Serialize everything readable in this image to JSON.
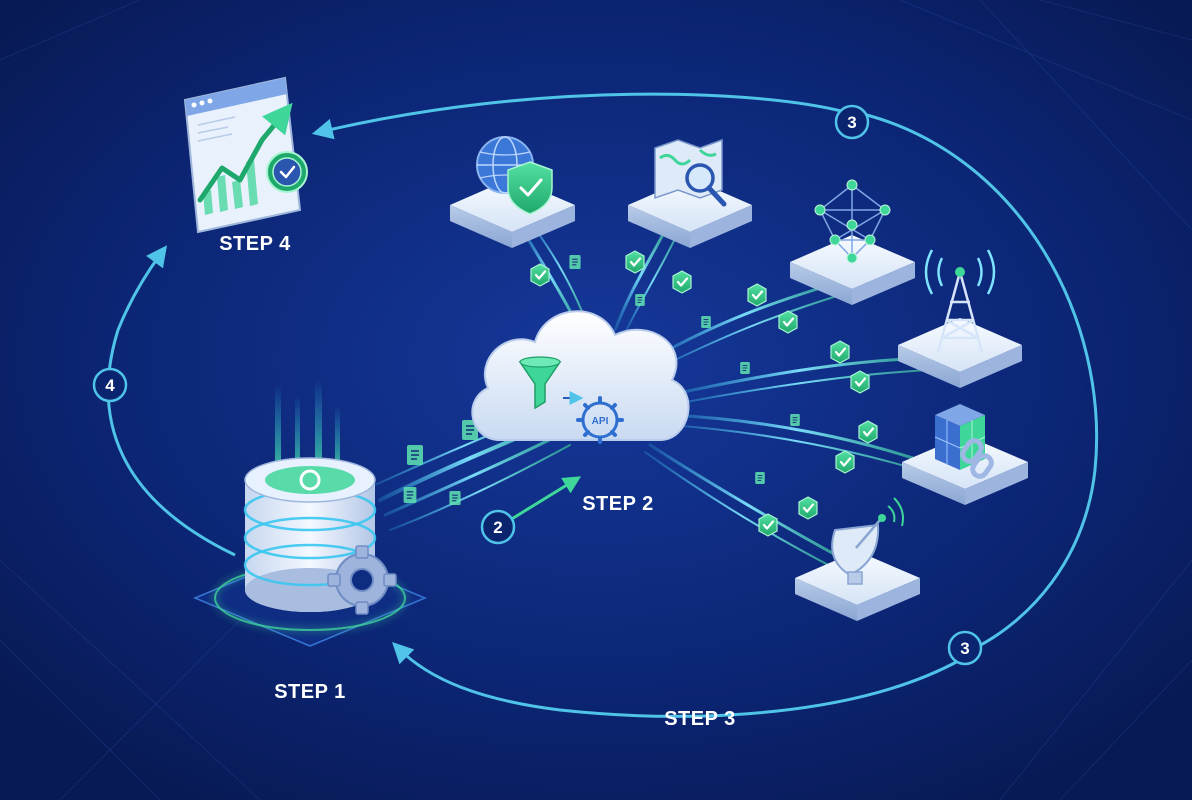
{
  "steps": {
    "step1": "STEP 1",
    "step2": "STEP 2",
    "step3": "STEP 3",
    "step4": "STEP 4"
  },
  "badges": {
    "b2": "2",
    "b3_top": "3",
    "b3_bottom": "3",
    "b4": "4"
  },
  "cloud": {
    "api_text": "API"
  },
  "icons": {
    "source": "database-gear-icon",
    "processor": "cloud-funnel-api-icon",
    "destinations": [
      "globe-shield-icon",
      "map-search-icon",
      "network-graph-icon",
      "cell-tower-icon",
      "blockchain-blocks-icon",
      "satellite-dish-icon"
    ],
    "result": "analytics-dashboard-icon"
  },
  "colors": {
    "background": "#0b2470",
    "accent_green": "#3fd69a",
    "accent_cyan": "#39c6f0",
    "loop_ring": "#4fc3e8"
  }
}
